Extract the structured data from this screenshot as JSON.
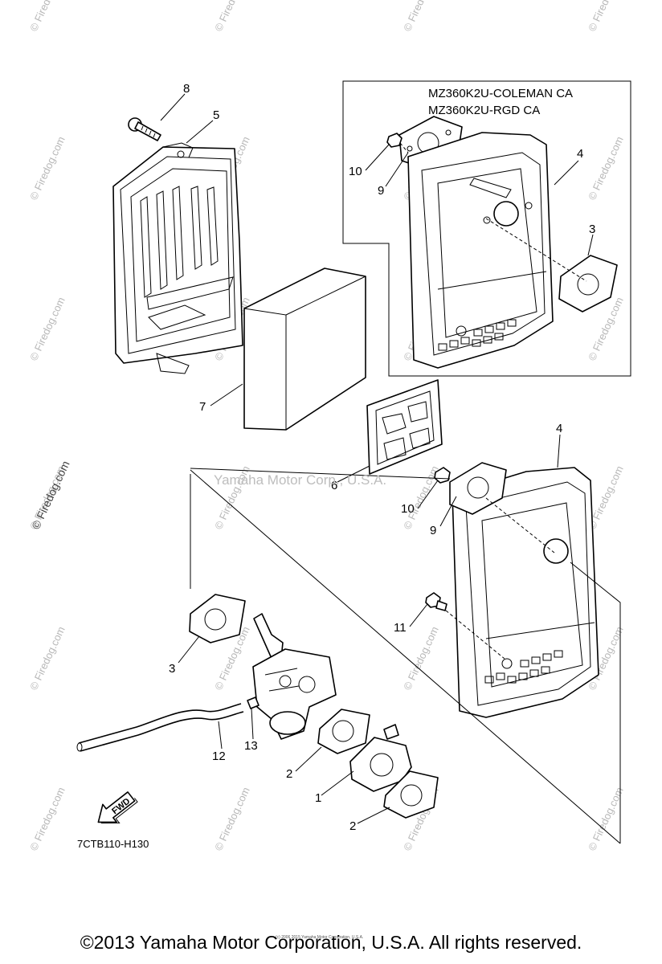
{
  "inset": {
    "model_line_1": "MZ360K2U-COLEMAN CA",
    "model_line_2": "MZ360K2U-RGD CA"
  },
  "callouts": {
    "c8": "8",
    "c5": "5",
    "c7": "7",
    "inset_10": "10",
    "inset_9": "9",
    "inset_4": "4",
    "inset_3": "3",
    "c6": "6",
    "c4": "4",
    "c10": "10",
    "c9": "9",
    "c11": "11",
    "c3": "3",
    "c13": "13",
    "c12": "12",
    "c2a": "2",
    "c1": "1",
    "c2b": "2"
  },
  "fwd_label": "FWD",
  "diagram_code": "7CTB110-H130",
  "watermark_center": "Yamaha Motor Corp., U.S.A.",
  "watermark_side": "© Firedog.com",
  "watermark_tile": "© Firedog.com",
  "tiny_note": "(c) 2006 2015 Yamaha Motor Corporation, U.S.A.",
  "copyright": "©2013 Yamaha Motor Corporation, U.S.A. All rights reserved."
}
